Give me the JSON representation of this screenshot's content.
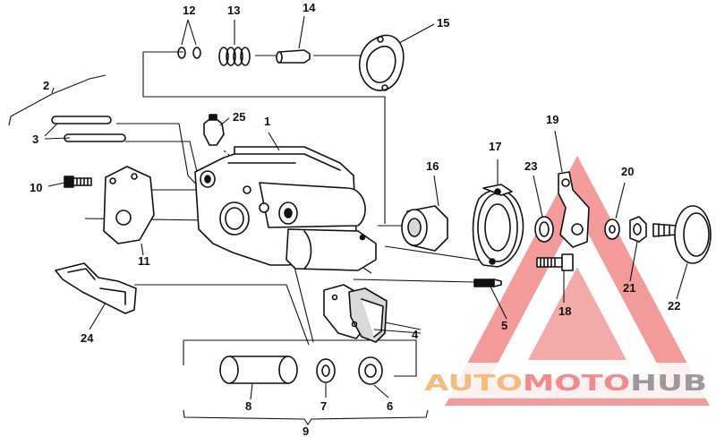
{
  "callouts": [
    {
      "id": "12",
      "text": "12"
    },
    {
      "id": "13",
      "text": "13"
    },
    {
      "id": "14",
      "text": "14"
    },
    {
      "id": "15",
      "text": "15"
    },
    {
      "id": "2",
      "text": "2"
    },
    {
      "id": "25",
      "text": "25"
    },
    {
      "id": "1",
      "text": "1"
    },
    {
      "id": "3",
      "text": "3"
    },
    {
      "id": "10",
      "text": "10"
    },
    {
      "id": "16",
      "text": "16"
    },
    {
      "id": "17",
      "text": "17"
    },
    {
      "id": "19",
      "text": "19"
    },
    {
      "id": "23",
      "text": "23"
    },
    {
      "id": "20",
      "text": "20"
    },
    {
      "id": "11",
      "text": "11"
    },
    {
      "id": "21",
      "text": "21"
    },
    {
      "id": "22",
      "text": "22"
    },
    {
      "id": "18",
      "text": "18"
    },
    {
      "id": "5",
      "text": "5"
    },
    {
      "id": "4",
      "text": "4"
    },
    {
      "id": "24",
      "text": "24"
    },
    {
      "id": "8",
      "text": "8"
    },
    {
      "id": "7",
      "text": "7"
    },
    {
      "id": "6",
      "text": "6"
    },
    {
      "id": "9",
      "text": "9"
    }
  ],
  "watermark": {
    "part_a": "AUTO",
    "part_b": "MOTO",
    "part_c": "HUB",
    "colors": {
      "a": "#f2b26a",
      "b": "#f07a7a",
      "c": "#8a8a8a",
      "triangle": "#f07a7a"
    }
  }
}
